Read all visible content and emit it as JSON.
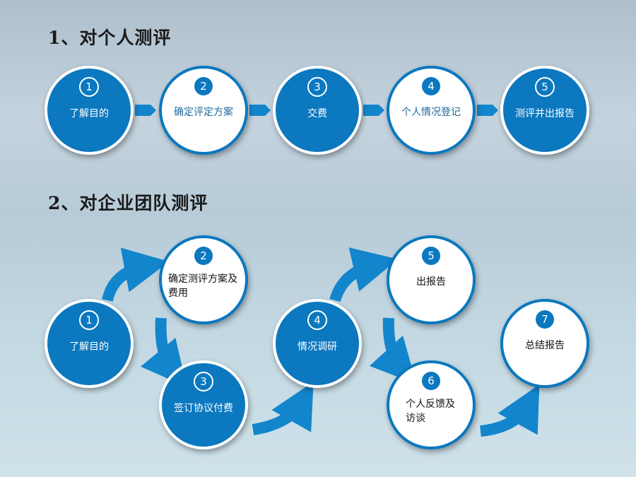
{
  "section1": {
    "heading": "1、对个人测评",
    "steps": [
      {
        "num": "1",
        "label": "了解目的",
        "style": "blue"
      },
      {
        "num": "2",
        "label": "确定评定方案",
        "style": "white"
      },
      {
        "num": "3",
        "label": "交费",
        "style": "blue"
      },
      {
        "num": "4",
        "label": "个人情况登记",
        "style": "white"
      },
      {
        "num": "5",
        "label": "测评并出报告",
        "style": "blue"
      }
    ]
  },
  "section2": {
    "heading": "2、对企业团队测评",
    "steps": [
      {
        "num": "1",
        "label": "了解目的",
        "style": "blue"
      },
      {
        "num": "2",
        "label": "确定测评方案及费用",
        "style": "white"
      },
      {
        "num": "3",
        "label": "签订协议付费",
        "style": "blue"
      },
      {
        "num": "4",
        "label": "情况调研",
        "style": "blue"
      },
      {
        "num": "5",
        "label": "出报告",
        "style": "white"
      },
      {
        "num": "6",
        "label": "个人反馈及访谈",
        "style": "white"
      },
      {
        "num": "7",
        "label": "总结报告",
        "style": "white"
      }
    ]
  },
  "colors": {
    "accent": "#0b78bf",
    "white": "#ffffff"
  }
}
